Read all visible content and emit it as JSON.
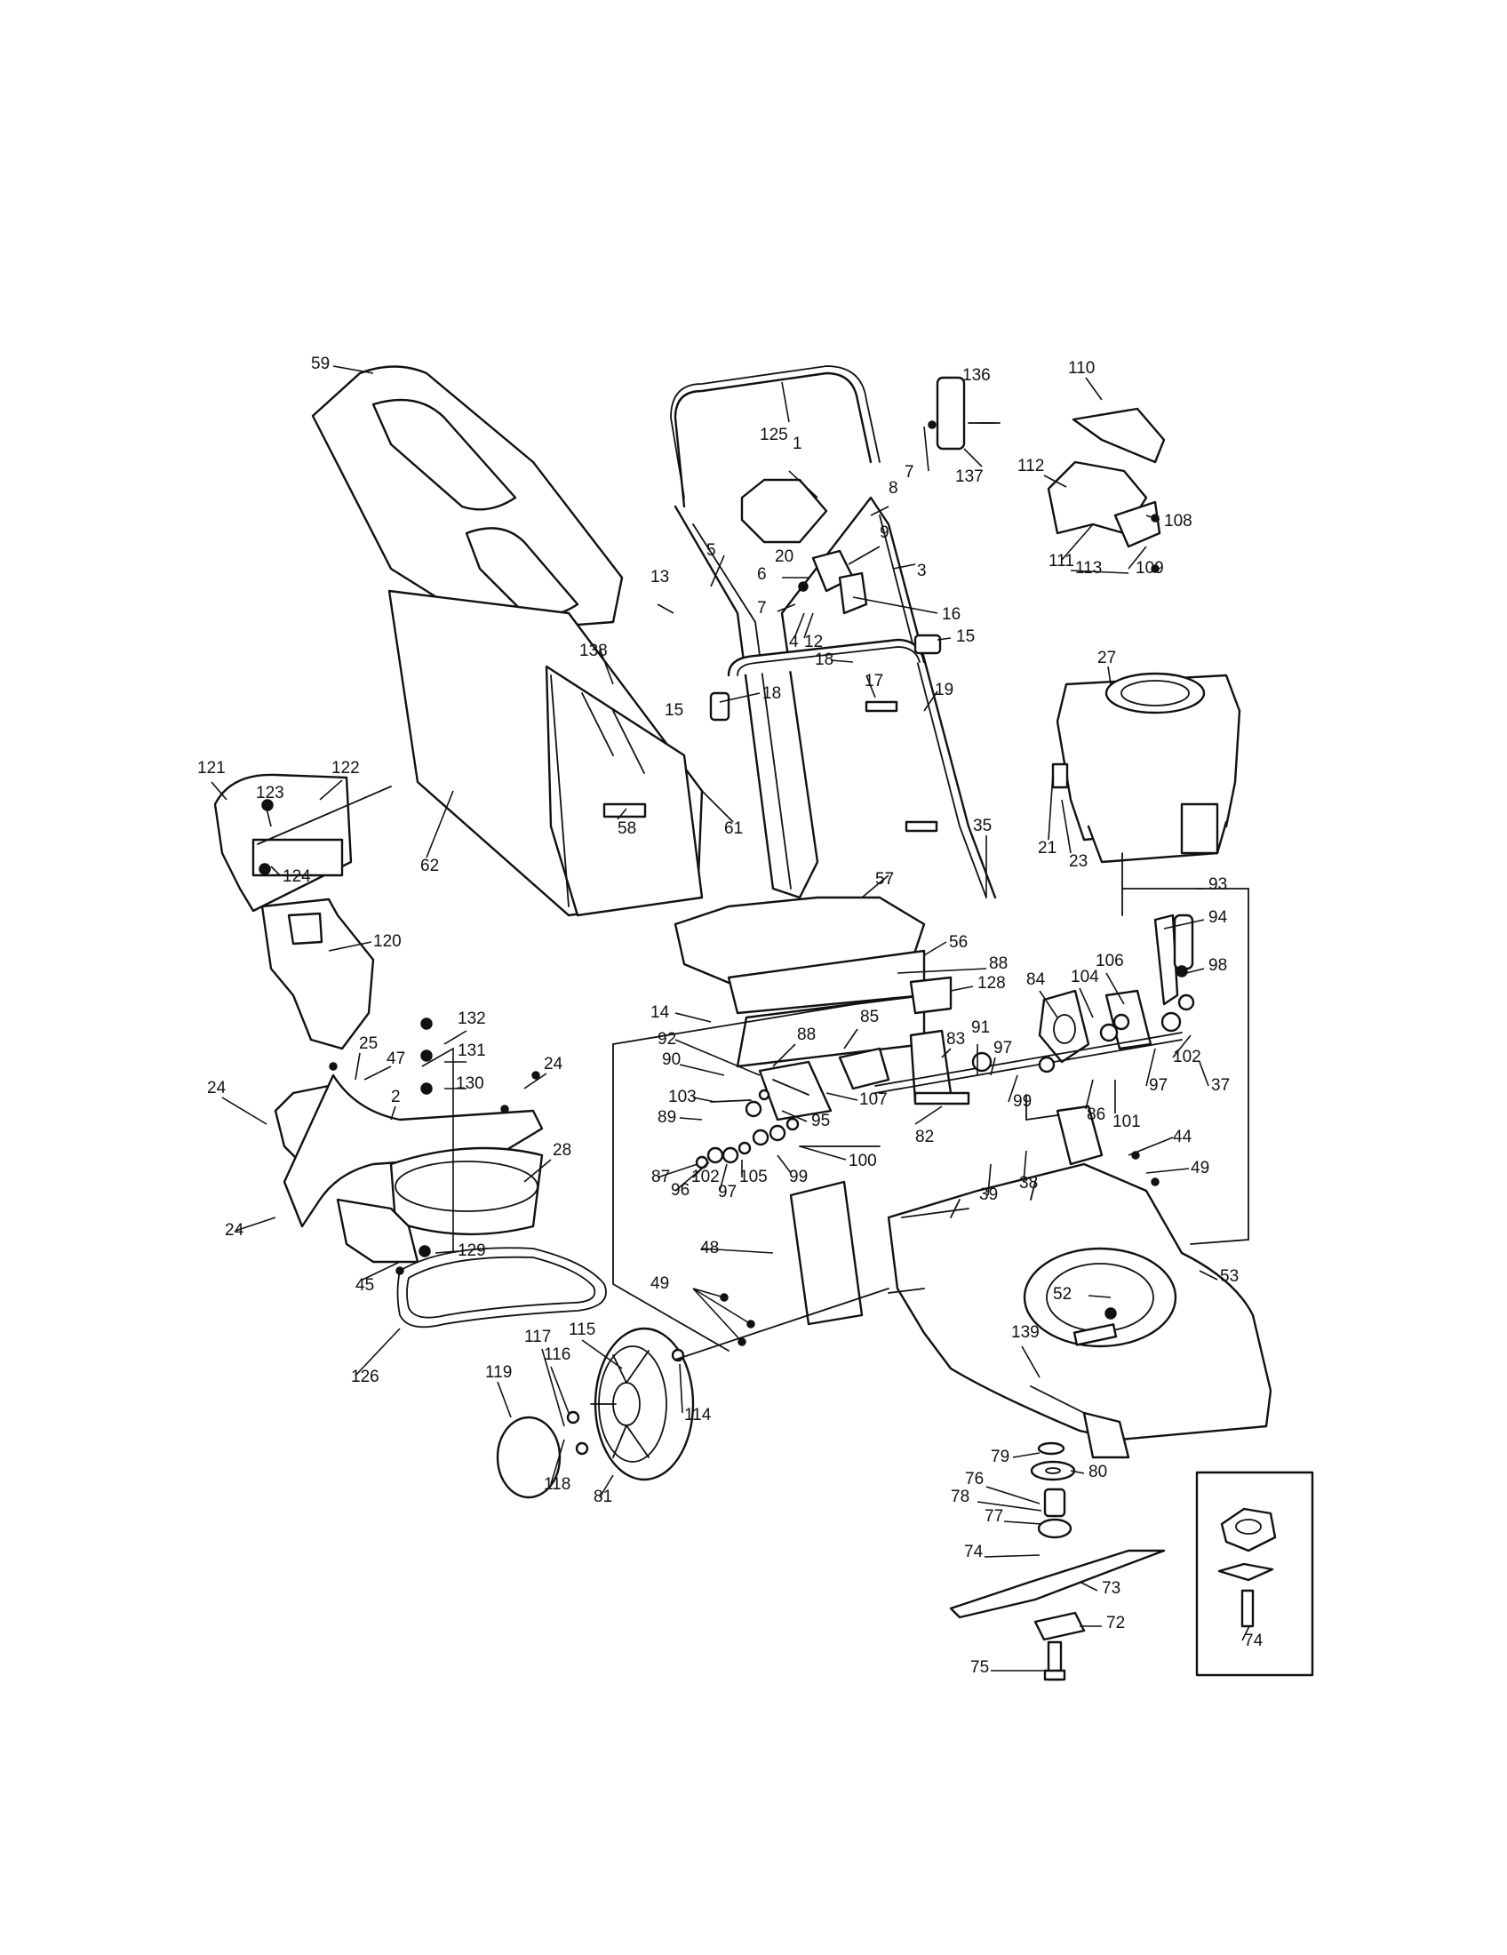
{
  "diagram": {
    "callouts": [
      "1",
      "2",
      "3",
      "4",
      "5",
      "6",
      "7",
      "7",
      "8",
      "9",
      "12",
      "13",
      "14",
      "15",
      "15",
      "16",
      "17",
      "18",
      "18",
      "19",
      "20",
      "21",
      "23",
      "24",
      "24",
      "24",
      "25",
      "27",
      "28",
      "35",
      "37",
      "38",
      "39",
      "44",
      "45",
      "47",
      "48",
      "49",
      "49",
      "52",
      "53",
      "56",
      "57",
      "58",
      "59",
      "61",
      "62",
      "72",
      "73",
      "74",
      "74",
      "75",
      "76",
      "77",
      "78",
      "79",
      "80",
      "81",
      "82",
      "83",
      "84",
      "85",
      "86",
      "87",
      "88",
      "88",
      "89",
      "90",
      "91",
      "92",
      "93",
      "94",
      "95",
      "96",
      "97",
      "97",
      "97",
      "98",
      "99",
      "99",
      "100",
      "101",
      "102",
      "102",
      "103",
      "104",
      "105",
      "106",
      "107",
      "108",
      "109",
      "110",
      "111",
      "112",
      "113",
      "114",
      "115",
      "116",
      "117",
      "118",
      "119",
      "120",
      "121",
      "122",
      "123",
      "124",
      "125",
      "126",
      "128",
      "129",
      "130",
      "131",
      "132",
      "136",
      "137",
      "138",
      "139"
    ]
  }
}
